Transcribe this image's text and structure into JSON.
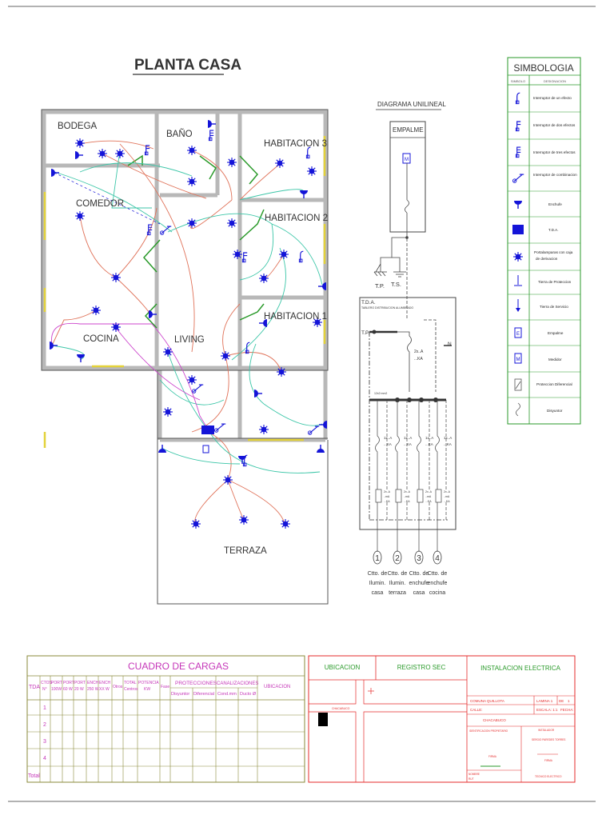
{
  "plan": {
    "title": "PLANTA CASA",
    "rooms": {
      "bodega": "BODEGA",
      "bano": "BAÑO",
      "habitacion3": "HABITACION 3",
      "comedor": "COMEDOR",
      "habitacion2": "HABITACION 2",
      "habitacion1": "HABITACION 1",
      "cocina": "COCINA",
      "living": "LIVING",
      "terraza": "TERRAZA"
    }
  },
  "unilineal": {
    "title": "DIAGRAMA UNILINEAL",
    "empalme": "EMPALME",
    "medidor_tag": "M",
    "tp": "T.P.",
    "ts": "T.S.",
    "tda": "T.D.A.",
    "tda_sub": "TABLERO DISTRIBUCION ALUMBRADO",
    "tp_bus": "T.P.",
    "neutral": "N",
    "main_breaker": [
      "2x..A",
      "...KA"
    ],
    "bus_label": "12x2 mm2",
    "breaker": [
      "1x..A",
      "...KA"
    ],
    "diff": [
      "2x..A",
      "..mA",
      "...KA"
    ],
    "circuits": [
      {
        "num": "1",
        "l1": "Ctto. de",
        "l2": "Ilumin.",
        "l3": "casa"
      },
      {
        "num": "2",
        "l1": "Ctto. de",
        "l2": "Ilumin.",
        "l3": "terraza"
      },
      {
        "num": "3",
        "l1": "Ctto. de",
        "l2": "enchufe",
        "l3": "casa"
      },
      {
        "num": "4",
        "l1": "Ctto. de",
        "l2": "enchufe",
        "l3": "cocina"
      }
    ]
  },
  "simbologia": {
    "title": "SIMBOLOGIA",
    "col_symbol": "SIMBOLO",
    "col_desc": "DESIGNACION",
    "rows": [
      {
        "icon": "switch-1-icon",
        "label": "Interruptor de un efecto"
      },
      {
        "icon": "switch-2-icon",
        "label": "Interruptor de dos efectos"
      },
      {
        "icon": "switch-3-icon",
        "label": "Interruptor de tres efectos"
      },
      {
        "icon": "switch-combination-icon",
        "label": "Interruptor de combinacion"
      },
      {
        "icon": "outlet-icon",
        "label": "Enchufe"
      },
      {
        "icon": "tda-icon",
        "label": "T.D.A."
      },
      {
        "icon": "lamp-icon",
        "label": "Portalamparas con caja",
        "label2": "de derivacion"
      },
      {
        "icon": "ground-protection-icon",
        "label": "Tierra de Proteccion"
      },
      {
        "icon": "ground-service-icon",
        "label": "Tierra de Servicio"
      },
      {
        "icon": "empalme-icon",
        "label": "Empalme"
      },
      {
        "icon": "meter-icon",
        "label": "Medidor"
      },
      {
        "icon": "differential-icon",
        "label": "Proteccion Diferencial"
      },
      {
        "icon": "breaker-icon",
        "label": "Disyuntor"
      }
    ]
  },
  "cuadro": {
    "title": "CUADRO DE CARGAS",
    "headers": {
      "tda": "TDA",
      "cto": [
        "CTOS",
        "N°"
      ],
      "port100": [
        "PORT",
        "100W"
      ],
      "port60": [
        "PORT",
        "60 W"
      ],
      "port20": [
        "PORT",
        "20 W"
      ],
      "ench250": [
        "ENCH",
        "250 W"
      ],
      "ench": [
        "ENCH",
        "XX W"
      ],
      "otros": "Otros",
      "total": [
        "TOTAL",
        "Centros"
      ],
      "potencia": [
        "POTENCIA",
        "KW"
      ],
      "fase": "Fase",
      "protecciones": "PROTECCIONES",
      "disyuntor": "Disyuntor",
      "diferencial": "Diferencial",
      "canalizaciones": "CANALIZACIONES",
      "cond": "Cond.mm",
      "ducto": "Ducto Ø",
      "ubicacion": "UBICACION"
    },
    "rows": [
      "1",
      "2",
      "3",
      "4"
    ],
    "total": "Total"
  },
  "cajetin": {
    "ubicacion": "UBICACION",
    "registro": "REGISTRO SEC",
    "instalacion": "INSTALACION ELECTRICA",
    "comuna": "COMUNA QUILLOTA",
    "lamina": "LAMINA 1",
    "de": "DE",
    "lamina_total": "1",
    "calle": "CALLE:",
    "escala": "ESCALA: 1:1",
    "fecha": "FECHA:",
    "chacabuco": "CHACABUCO",
    "propietario": "IDENTIFICACION PROPIETARIO",
    "instalador": "INSTALADOR",
    "instalador_name": "SERGIO PAREDES TORRES",
    "firma1": "FIRMA",
    "firma2": "FIRMA",
    "rol": "TECNICO ELECTRICO",
    "nombre": "NOMBRE",
    "rut": "RUT",
    "map_street": "CHACABUCO"
  },
  "colors": {
    "wall": "#b8b8b8",
    "device": "#1414d8",
    "wire_red": "#e0735a",
    "wire_cyan": "#3cc6a8",
    "wire_magenta": "#cc44cc",
    "yellow": "#e3d23a",
    "title_red": "#e52b2b",
    "table_magenta": "#c536b8",
    "frame_olive": "#8a8a3a",
    "symbol_green": "#2a9a2a"
  }
}
